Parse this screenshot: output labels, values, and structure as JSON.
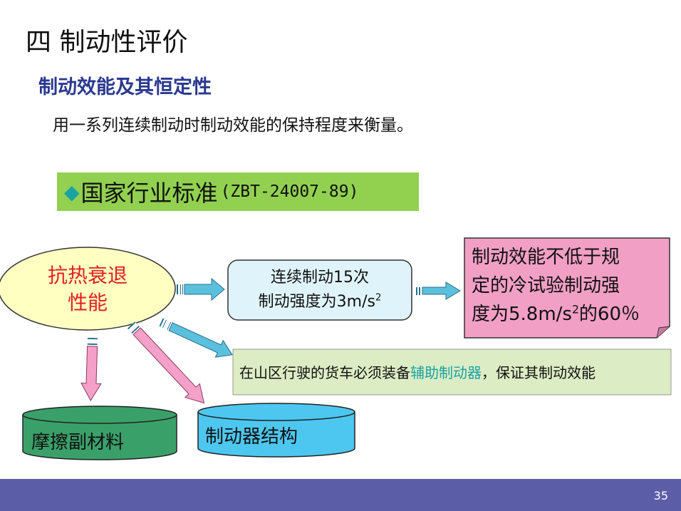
{
  "slide": {
    "title": "四 制动性评价",
    "subtitle": "制动效能及其恒定性",
    "description": "用一系列连续制动时制动效能的保持程度来衡量。",
    "page_number": "35"
  },
  "standard": {
    "diamond": "◆",
    "title": "国家行业标准",
    "code": "(ZBT-24007-89)"
  },
  "diagram": {
    "oval": {
      "line1": "抗热衰退",
      "line2": "性能"
    },
    "condition": {
      "line1": "连续制动15次",
      "line2_main": "制动强度为3m/s",
      "line2_sup": "2"
    },
    "requirement": {
      "line1": "制动效能不低于规",
      "line2": "定的冷试验制动强",
      "line3_main": "度为5.8m/s",
      "line3_sup": "2",
      "line3_end": "的60％"
    },
    "note": {
      "before": "在山区行驶的货车必须装备",
      "highlight": "辅助制动器",
      "after": "，保证其制动效能"
    },
    "cylinder_left": "摩擦副材料",
    "cylinder_right": "制动器结构"
  },
  "colors": {
    "oval_fill": "#ffffc2",
    "condition_fill": "#dff4fa",
    "requirement_fill": "#f29fc6",
    "note_fill": "#dcecc4",
    "cylinder_left": "#3aa06a",
    "cylinder_right": "#4dc7f0",
    "arrow_cyan": "#5bc0de",
    "arrow_pink": "#f5a0c8",
    "footer": "#5b5ea6"
  }
}
